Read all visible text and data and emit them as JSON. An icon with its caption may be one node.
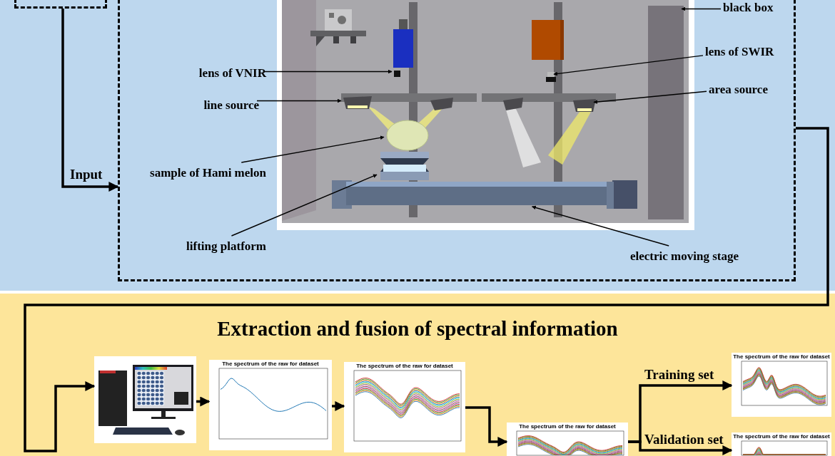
{
  "diagram": {
    "nodes": [
      {
        "text": [],
        "shape": "box"
      },
      {
        "text": [],
        "shape": "box"
      },
      {
        "text": [],
        "shape": "picture",
        "in": 1
      },
      {
        "text": [
          "black box"
        ],
        "in": 1
      },
      {
        "text": [
          "lens of VNIR"
        ],
        "in": 1
      },
      {
        "text": [
          "lens of SWIR"
        ],
        "in": 1
      },
      {
        "text": [
          "line source"
        ],
        "in": 1
      },
      {
        "text": [
          "area source"
        ],
        "in": 1
      },
      {
        "text": [
          "sample of Hami melon"
        ],
        "in": 1
      },
      {
        "text": [
          "lifting platform"
        ],
        "in": 1
      },
      {
        "text": [
          "electric moving stage"
        ],
        "in": 1
      },
      {
        "text": [],
        "shape": "picture",
        "in": 2
      },
      {
        "text": [],
        "shape": "box",
        "in": 2
      },
      {
        "text": [],
        "shape": "box",
        "in": 2
      },
      {
        "text": [],
        "shape": "picture",
        "in": 2
      },
      {
        "text": [],
        "shape": "picture",
        "in": 2
      },
      {
        "text": [],
        "shape": "circle",
        "in": 2
      },
      {
        "text": [],
        "shape": "picture",
        "in": 2
      },
      {
        "text": [],
        "shape": "picture",
        "in": 2
      },
      {
        "text": [
          "Extraction and fusion of spectral information"
        ]
      },
      {
        "text": [],
        "shape": "picture",
        "in": 19
      },
      {
        "text": [
          "The spectrum of the raw for dataset"
        ],
        "in": 19
      },
      {
        "text": [
          "The spectrum of the raw for dataset"
        ],
        "in": 19
      },
      {
        "text": [
          "The spectrum of the raw for dataset"
        ],
        "in": 19
      },
      {
        "text": [
          "The spectrum of the raw for dataset"
        ],
        "in": 19
      },
      {
        "text": [
          "The spectrum of the raw for dataset"
        ],
        "in": 19
      }
    ],
    "edges": [
      {
        "from": 0,
        "to": 1,
        "arrow": "to",
        "label": "Input",
        "style": "thick"
      },
      {
        "from": 3,
        "to": 11,
        "arrow": "to"
      },
      {
        "from": 4,
        "to": 12,
        "arrow": "to"
      },
      {
        "from": 5,
        "to": 13,
        "arrow": "to"
      },
      {
        "from": 6,
        "to": 14,
        "arrow": "to"
      },
      {
        "from": 7,
        "to": 15,
        "arrow": "to"
      },
      {
        "from": 8,
        "to": 16,
        "arrow": "to"
      },
      {
        "from": 9,
        "to": 17,
        "arrow": "to"
      },
      {
        "from": 10,
        "to": 18,
        "arrow": "to"
      },
      {
        "from": 1,
        "to": 20,
        "arrow": "to",
        "style": "thick"
      },
      {
        "from": 20,
        "to": 21,
        "arrow": "to",
        "style": "thick"
      },
      {
        "from": 21,
        "to": 22,
        "arrow": "to",
        "style": "thick"
      },
      {
        "from": 22,
        "to": 23,
        "arrow": "to",
        "style": "thick"
      },
      {
        "from": 23,
        "to": 24,
        "arrow": "to",
        "label": "Training set",
        "style": "thick"
      },
      {
        "from": 23,
        "to": 25,
        "arrow": "to",
        "label": "Validation set",
        "style": "thick"
      }
    ]
  }
}
